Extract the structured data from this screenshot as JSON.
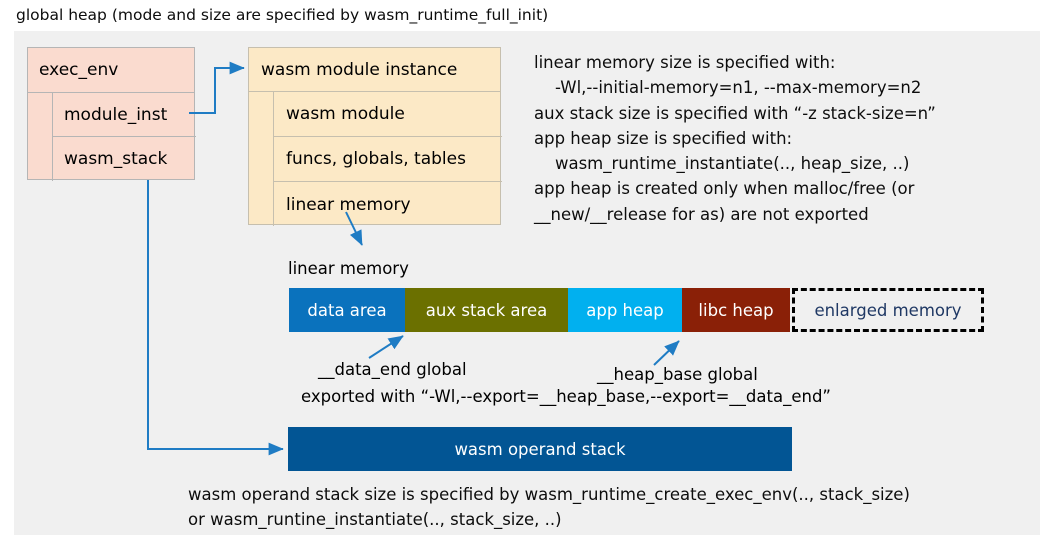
{
  "title": "global heap (mode and size are specified by wasm_runtime_full_init)",
  "exec_env": {
    "header": "exec_env",
    "rows": [
      {
        "label": "module_inst"
      },
      {
        "label": "wasm_stack"
      }
    ]
  },
  "module_instance": {
    "header": "wasm module instance",
    "rows": [
      {
        "label": "wasm module"
      },
      {
        "label": "funcs, globals, tables"
      },
      {
        "label": "linear memory"
      }
    ]
  },
  "notes": {
    "text": "linear memory size is specified with:\n    -Wl,--initial-memory=n1, --max-memory=n2\naux stack size is specified with “-z stack-size=n”\napp heap size is specified with:\n    wasm_runtime_instantiate(.., heap_size, ..)\napp heap is created only when malloc/free (or\n__new/__release for as) are not exported"
  },
  "linear_memory": {
    "label": "linear memory",
    "segments": [
      {
        "label": "data area",
        "color": "#0a72bd",
        "text_color": "#ffffff",
        "style": "solid"
      },
      {
        "label": "aux stack area",
        "color": "#6b7000",
        "text_color": "#ffffff",
        "style": "solid"
      },
      {
        "label": "app heap",
        "color": "#01b0ef",
        "text_color": "#ffffff",
        "style": "solid"
      },
      {
        "label": "libc heap",
        "color": "#8a2007",
        "text_color": "#ffffff",
        "style": "solid"
      },
      {
        "label": "enlarged memory",
        "color": "#f0f0f0",
        "text_color": "#1f3864",
        "style": "dashed"
      }
    ]
  },
  "annotations": {
    "data_end": "__data_end global",
    "heap_base": "__heap_base global",
    "exported_with": "exported with “-Wl,--export=__heap_base,--export=__data_end”"
  },
  "operand_stack": {
    "label": "wasm operand stack",
    "color": "#025594",
    "notes": "wasm operand stack size is specified by wasm_runtime_create_exec_env(.., stack_size)\nor wasm_runtine_instantiate(.., stack_size, ..)"
  },
  "colors": {
    "panel_background": "#f0f0f0",
    "exec_env_fill": "#fadbcf",
    "module_instance_fill": "#fce9c6",
    "arrow": "#1f7cc4",
    "page_background": "#ffffff"
  }
}
